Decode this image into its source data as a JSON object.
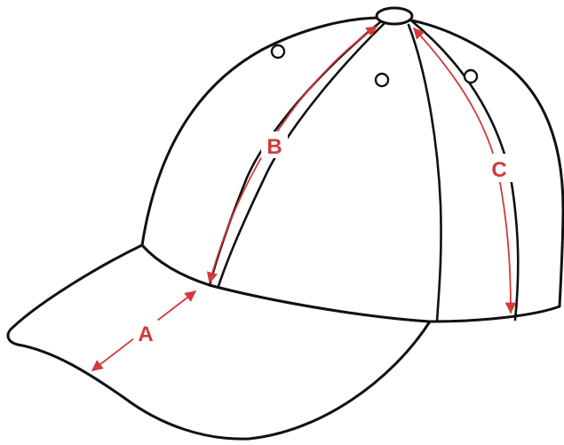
{
  "diagram": {
    "labels": {
      "a": "A",
      "b": "B",
      "c": "C"
    },
    "accent_color": "#d23a3a",
    "outline_color": "#111111"
  }
}
